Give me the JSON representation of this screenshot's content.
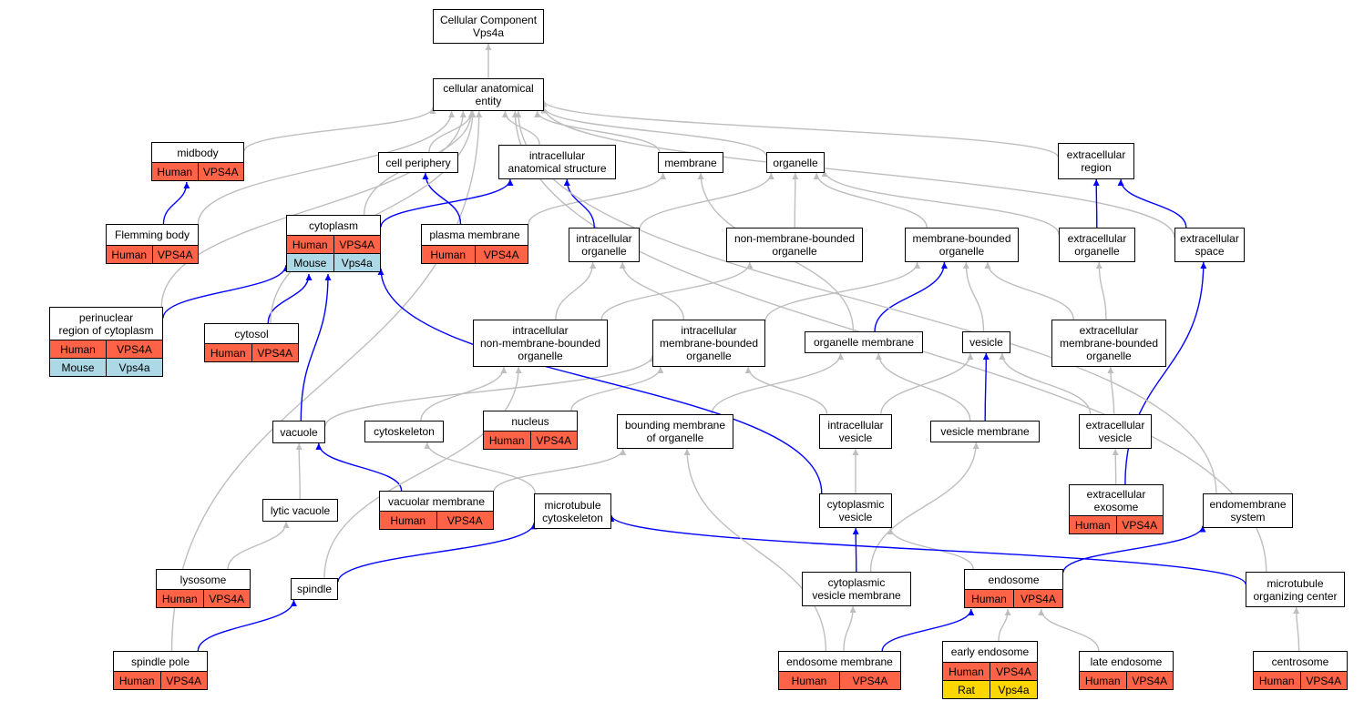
{
  "colors": {
    "human": "#FF6347",
    "mouse": "#ADD8E6",
    "rat": "#FFD700",
    "edge_is_a": "#BEBEBE",
    "edge_part_of": "#0000FF"
  },
  "nodes": {
    "cc": {
      "label": "Cellular Component\nVps4a",
      "rows": []
    },
    "cae": {
      "label": "cellular anatomical\nentity",
      "rows": []
    },
    "midbody": {
      "label": "midbody",
      "rows": [
        [
          "Human",
          "VPS4A"
        ]
      ]
    },
    "cellper": {
      "label": "cell periphery",
      "rows": []
    },
    "ias": {
      "label": "intracellular\nanatomical structure",
      "rows": []
    },
    "membrane": {
      "label": "membrane",
      "rows": []
    },
    "organelle": {
      "label": "organelle",
      "rows": []
    },
    "exreg": {
      "label": "extracellular\nregion",
      "rows": []
    },
    "flemming": {
      "label": "Flemming body",
      "rows": [
        [
          "Human",
          "VPS4A"
        ]
      ]
    },
    "cytoplasm": {
      "label": "cytoplasm",
      "rows": [
        [
          "Human",
          "VPS4A"
        ],
        [
          "Mouse",
          "Vps4a"
        ]
      ]
    },
    "plasmamem": {
      "label": "plasma membrane",
      "rows": [
        [
          "Human",
          "VPS4A"
        ]
      ]
    },
    "icorg": {
      "label": "intracellular\norganelle",
      "rows": []
    },
    "nmbo": {
      "label": "non-membrane-bounded\norganelle",
      "rows": []
    },
    "mbo": {
      "label": "membrane-bounded\norganelle",
      "rows": []
    },
    "exorg": {
      "label": "extracellular\norganelle",
      "rows": []
    },
    "exspace": {
      "label": "extracellular\nspace",
      "rows": []
    },
    "perinuc": {
      "label": "perinuclear\nregion of cytoplasm",
      "rows": [
        [
          "Human",
          "VPS4A"
        ],
        [
          "Mouse",
          "Vps4a"
        ]
      ]
    },
    "cytosol": {
      "label": "cytosol",
      "rows": [
        [
          "Human",
          "VPS4A"
        ]
      ]
    },
    "icnmbo": {
      "label": "intracellular\nnon-membrane-bounded\norganelle",
      "rows": []
    },
    "icmbo": {
      "label": "intracellular\nmembrane-bounded\norganelle",
      "rows": []
    },
    "orgmem": {
      "label": "organelle membrane",
      "rows": []
    },
    "vesicle": {
      "label": "vesicle",
      "rows": []
    },
    "exmbo": {
      "label": "extracellular\nmembrane-bounded\norganelle",
      "rows": []
    },
    "vacuole": {
      "label": "vacuole",
      "rows": []
    },
    "cytoskel": {
      "label": "cytoskeleton",
      "rows": []
    },
    "nucleus": {
      "label": "nucleus",
      "rows": [
        [
          "Human",
          "VPS4A"
        ]
      ]
    },
    "bmo": {
      "label": "bounding membrane\nof organelle",
      "rows": []
    },
    "icves": {
      "label": "intracellular\nvesicle",
      "rows": []
    },
    "vesmem": {
      "label": "vesicle membrane",
      "rows": []
    },
    "exves": {
      "label": "extracellular\nvesicle",
      "rows": []
    },
    "lytic": {
      "label": "lytic vacuole",
      "rows": []
    },
    "vacmem": {
      "label": "vacuolar membrane",
      "rows": [
        [
          "Human",
          "VPS4A"
        ]
      ]
    },
    "mtcyto": {
      "label": "microtubule\ncytoskeleton",
      "rows": []
    },
    "cytoves": {
      "label": "cytoplasmic\nvesicle",
      "rows": []
    },
    "exosome": {
      "label": "extracellular\nexosome",
      "rows": [
        [
          "Human",
          "VPS4A"
        ]
      ]
    },
    "endomem": {
      "label": "endomembrane\nsystem",
      "rows": []
    },
    "lysosome": {
      "label": "lysosome",
      "rows": [
        [
          "Human",
          "VPS4A"
        ]
      ]
    },
    "spindle": {
      "label": "spindle",
      "rows": []
    },
    "cvm": {
      "label": "cytoplasmic\nvesicle membrane",
      "rows": []
    },
    "endosome": {
      "label": "endosome",
      "rows": [
        [
          "Human",
          "VPS4A"
        ]
      ]
    },
    "mtoc": {
      "label": "microtubule\norganizing center",
      "rows": []
    },
    "spole": {
      "label": "spindle pole",
      "rows": [
        [
          "Human",
          "VPS4A"
        ]
      ]
    },
    "endomemb": {
      "label": "endosome membrane",
      "rows": [
        [
          "Human",
          "VPS4A"
        ]
      ]
    },
    "early": {
      "label": "early endosome",
      "rows": [
        [
          "Human",
          "VPS4A"
        ],
        [
          "Rat",
          "Vps4a"
        ]
      ]
    },
    "late": {
      "label": "late endosome",
      "rows": [
        [
          "Human",
          "VPS4A"
        ]
      ]
    },
    "centro": {
      "label": "centrosome",
      "rows": [
        [
          "Human",
          "VPS4A"
        ]
      ]
    }
  },
  "edges": [
    [
      "cae",
      "cc",
      "is_a"
    ],
    [
      "midbody",
      "cae",
      "is_a"
    ],
    [
      "cellper",
      "cae",
      "is_a"
    ],
    [
      "ias",
      "cae",
      "is_a"
    ],
    [
      "membrane",
      "cae",
      "is_a"
    ],
    [
      "organelle",
      "cae",
      "is_a"
    ],
    [
      "exreg",
      "cae",
      "is_a"
    ],
    [
      "flemming",
      "cae",
      "is_a"
    ],
    [
      "cytoplasm",
      "cae",
      "is_a"
    ],
    [
      "perinuc",
      "cae",
      "is_a"
    ],
    [
      "spole",
      "cae",
      "is_a"
    ],
    [
      "exspace",
      "cae",
      "is_a"
    ],
    [
      "mtoc",
      "cae",
      "is_a"
    ],
    [
      "flemming",
      "midbody",
      "part_of"
    ],
    [
      "cytoplasm",
      "ias",
      "part_of"
    ],
    [
      "plasmamem",
      "cellper",
      "part_of"
    ],
    [
      "plasmamem",
      "membrane",
      "is_a"
    ],
    [
      "icorg",
      "ias",
      "part_of"
    ],
    [
      "icorg",
      "organelle",
      "is_a"
    ],
    [
      "nmbo",
      "organelle",
      "is_a"
    ],
    [
      "mbo",
      "organelle",
      "is_a"
    ],
    [
      "exorg",
      "organelle",
      "is_a"
    ],
    [
      "exorg",
      "exreg",
      "part_of"
    ],
    [
      "exspace",
      "exreg",
      "part_of"
    ],
    [
      "perinuc",
      "cytoplasm",
      "part_of"
    ],
    [
      "cytosol",
      "cytoplasm",
      "part_of"
    ],
    [
      "cytosol",
      "cae",
      "is_a"
    ],
    [
      "icnmbo",
      "icorg",
      "is_a"
    ],
    [
      "icnmbo",
      "nmbo",
      "is_a"
    ],
    [
      "icmbo",
      "icorg",
      "is_a"
    ],
    [
      "icmbo",
      "mbo",
      "is_a"
    ],
    [
      "orgmem",
      "mbo",
      "part_of"
    ],
    [
      "orgmem",
      "membrane",
      "is_a"
    ],
    [
      "vesicle",
      "mbo",
      "is_a"
    ],
    [
      "exmbo",
      "mbo",
      "is_a"
    ],
    [
      "exmbo",
      "exorg",
      "is_a"
    ],
    [
      "vacuole",
      "cytoplasm",
      "part_of"
    ],
    [
      "vacuole",
      "icmbo",
      "is_a"
    ],
    [
      "cytoskel",
      "icnmbo",
      "is_a"
    ],
    [
      "nucleus",
      "icmbo",
      "is_a"
    ],
    [
      "bmo",
      "orgmem",
      "is_a"
    ],
    [
      "icves",
      "icmbo",
      "is_a"
    ],
    [
      "icves",
      "vesicle",
      "is_a"
    ],
    [
      "vesmem",
      "orgmem",
      "is_a"
    ],
    [
      "vesmem",
      "vesicle",
      "part_of"
    ],
    [
      "exves",
      "vesicle",
      "is_a"
    ],
    [
      "exves",
      "exmbo",
      "is_a"
    ],
    [
      "lytic",
      "vacuole",
      "is_a"
    ],
    [
      "vacmem",
      "vacuole",
      "part_of"
    ],
    [
      "vacmem",
      "bmo",
      "is_a"
    ],
    [
      "mtcyto",
      "cytoskel",
      "is_a"
    ],
    [
      "cytoves",
      "icves",
      "is_a"
    ],
    [
      "cytoves",
      "cytoplasm",
      "part_of"
    ],
    [
      "exosome",
      "exves",
      "is_a"
    ],
    [
      "exosome",
      "exspace",
      "part_of"
    ],
    [
      "endomem",
      "cae",
      "is_a"
    ],
    [
      "lysosome",
      "lytic",
      "is_a"
    ],
    [
      "spindle",
      "mtcyto",
      "part_of"
    ],
    [
      "spindle",
      "icnmbo",
      "is_a"
    ],
    [
      "cvm",
      "cytoves",
      "part_of"
    ],
    [
      "cvm",
      "vesmem",
      "is_a"
    ],
    [
      "endosome",
      "cytoves",
      "is_a"
    ],
    [
      "endosome",
      "endomem",
      "part_of"
    ],
    [
      "mtoc",
      "mtcyto",
      "part_of"
    ],
    [
      "spole",
      "spindle",
      "part_of"
    ],
    [
      "endomemb",
      "endosome",
      "part_of"
    ],
    [
      "endomemb",
      "cvm",
      "is_a"
    ],
    [
      "endomemb",
      "bmo",
      "is_a"
    ],
    [
      "early",
      "endosome",
      "is_a"
    ],
    [
      "late",
      "endosome",
      "is_a"
    ],
    [
      "centro",
      "mtoc",
      "is_a"
    ]
  ]
}
